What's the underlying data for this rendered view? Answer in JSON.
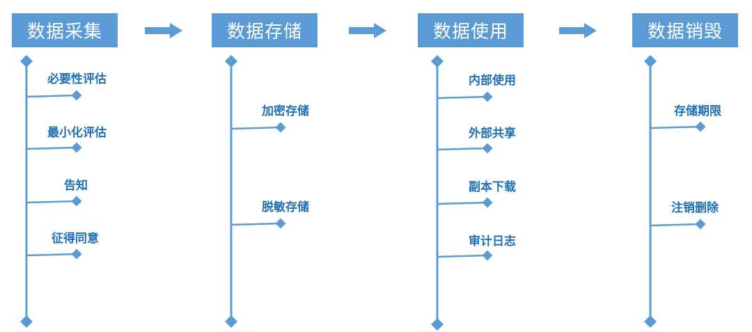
{
  "stages": [
    {
      "title": "数据采集",
      "items": [
        "必要性评估",
        "最小化评估",
        "告知",
        "征得同意"
      ]
    },
    {
      "title": "数据存储",
      "items": [
        "加密存储",
        "脱敏存储"
      ]
    },
    {
      "title": "数据使用",
      "items": [
        "内部使用",
        "外部共享",
        "副本下载",
        "审计日志"
      ]
    },
    {
      "title": "数据销毁",
      "items": [
        "存储期限",
        "注销删除"
      ]
    }
  ],
  "colors": {
    "box": "#5b9bd5",
    "line": "#5b9bd5",
    "label": "#1f6fb5",
    "arrow": "#5b9bd5"
  }
}
